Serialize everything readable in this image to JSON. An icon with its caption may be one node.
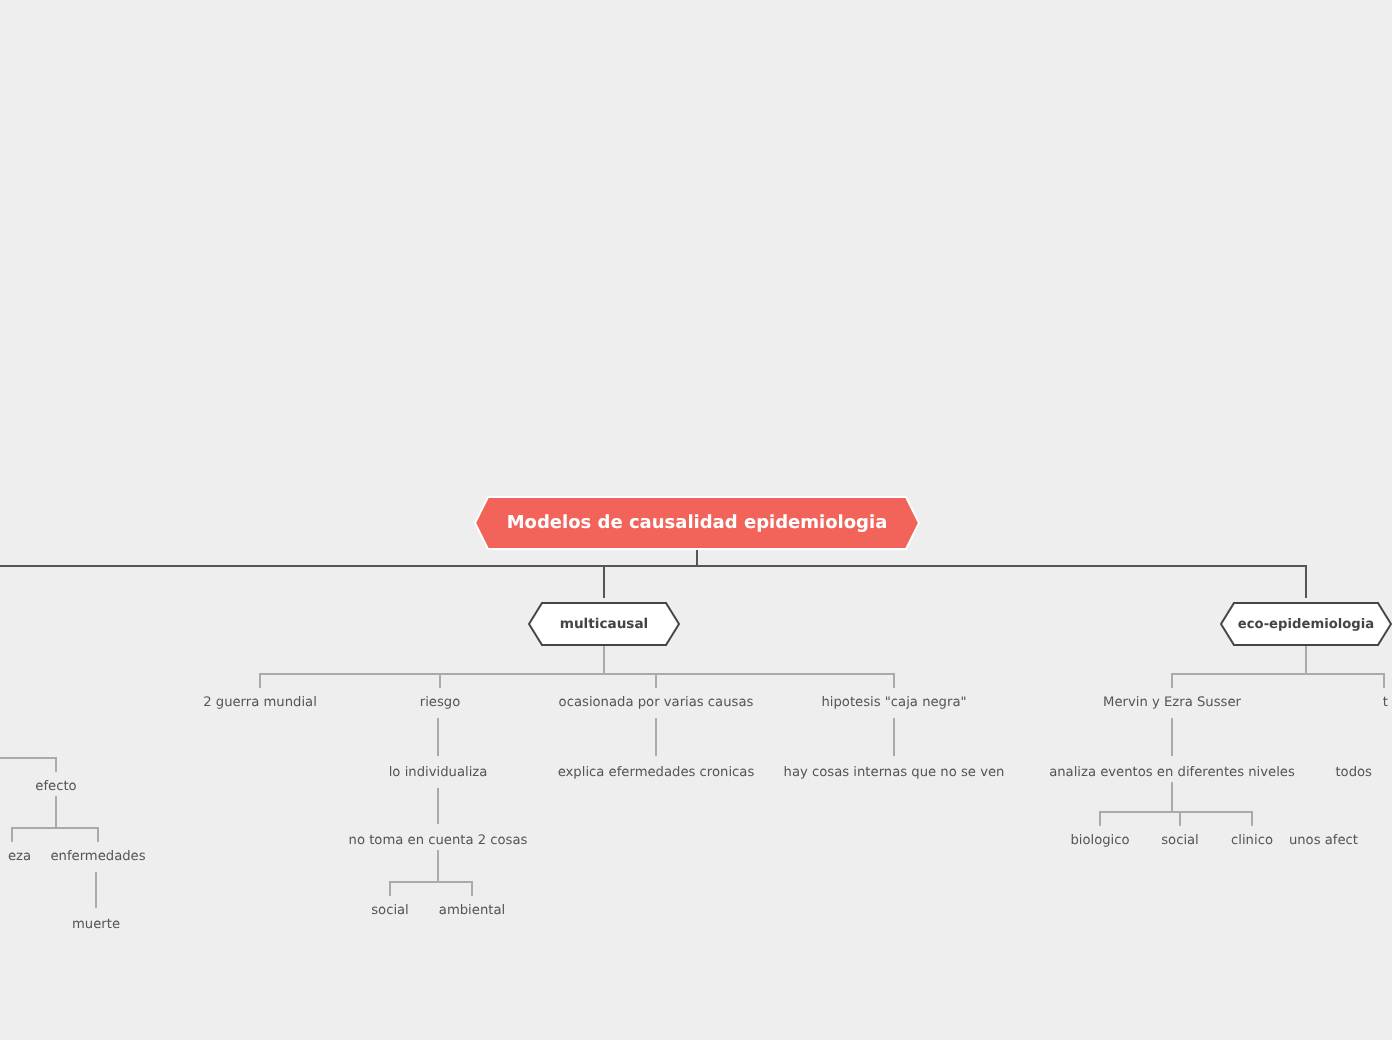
{
  "diagram": {
    "nodes": [
      {
        "text": [
          "Modelos de causalidad epidemiologia"
        ]
      },
      {
        "text": [
          "multicausal"
        ]
      },
      {
        "text": [
          "eco-epidemiologia"
        ]
      },
      {
        "text": [
          "2 guerra mundial"
        ]
      },
      {
        "text": [
          "riesgo"
        ]
      },
      {
        "text": [
          "lo individualiza"
        ]
      },
      {
        "text": [
          "no toma en cuenta 2 cosas"
        ]
      },
      {
        "text": [
          "social"
        ]
      },
      {
        "text": [
          "ambiental"
        ]
      },
      {
        "text": [
          "ocasionada por varias causas"
        ]
      },
      {
        "text": [
          "explica efermedades cronicas"
        ]
      },
      {
        "text": [
          "hipotesis \"caja negra\""
        ]
      },
      {
        "text": [
          "hay cosas internas que no se ven"
        ]
      },
      {
        "text": [
          "Mervin y Ezra Susser"
        ]
      },
      {
        "text": [
          "analiza eventos en diferentes niveles"
        ]
      },
      {
        "text": [
          "biologico"
        ]
      },
      {
        "text": [
          "social"
        ]
      },
      {
        "text": [
          "clinico"
        ]
      },
      {
        "text": [
          "t"
        ]
      },
      {
        "text": [
          "todos"
        ]
      },
      {
        "text": [
          "unos afect"
        ]
      },
      {
        "text": [
          "efecto"
        ]
      },
      {
        "text": [
          "eza"
        ]
      },
      {
        "text": [
          "enfermedades"
        ]
      },
      {
        "text": [
          "muerte"
        ]
      }
    ],
    "edges": [
      {
        "from": 0,
        "to": 1,
        "arrow": "none",
        "color": "#555555"
      },
      {
        "from": 0,
        "to": 2,
        "arrow": "none",
        "color": "#555555"
      },
      {
        "from": 0,
        "to": null,
        "arrow": "none",
        "color": "#555555"
      },
      {
        "from": 1,
        "to": 3,
        "arrow": "none"
      },
      {
        "from": 1,
        "to": 4,
        "arrow": "none"
      },
      {
        "from": 1,
        "to": 9,
        "arrow": "none"
      },
      {
        "from": 1,
        "to": 11,
        "arrow": "none"
      },
      {
        "from": 4,
        "to": 5,
        "arrow": "none"
      },
      {
        "from": 5,
        "to": 6,
        "arrow": "none"
      },
      {
        "from": 6,
        "to": 7,
        "arrow": "none"
      },
      {
        "from": 6,
        "to": 8,
        "arrow": "none"
      },
      {
        "from": 9,
        "to": 10,
        "arrow": "none"
      },
      {
        "from": 11,
        "to": 12,
        "arrow": "none"
      },
      {
        "from": 2,
        "to": 13,
        "arrow": "none"
      },
      {
        "from": 2,
        "to": 18,
        "arrow": "none"
      },
      {
        "from": 13,
        "to": 14,
        "arrow": "none"
      },
      {
        "from": 14,
        "to": 15,
        "arrow": "none"
      },
      {
        "from": 14,
        "to": 16,
        "arrow": "none"
      },
      {
        "from": 14,
        "to": 17,
        "arrow": "none"
      },
      {
        "from": null,
        "to": 21,
        "arrow": "none"
      },
      {
        "from": 21,
        "to": 22,
        "arrow": "none"
      },
      {
        "from": 21,
        "to": 23,
        "arrow": "none"
      },
      {
        "from": 23,
        "to": 24,
        "arrow": "none"
      }
    ]
  }
}
